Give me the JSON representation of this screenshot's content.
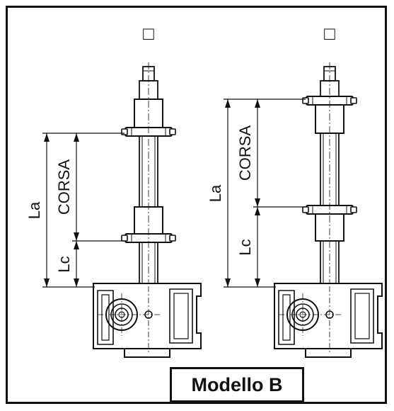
{
  "model_label": "Modello B",
  "left_view": {
    "square_symbol": "□",
    "stroke_label": "CORSA",
    "la_label": "La",
    "lc_label": "Lc"
  },
  "right_view": {
    "square_symbol": "□",
    "stroke_label": "CORSA",
    "la_label": "La",
    "lc_label": "Lc"
  },
  "colors": {
    "line": "#111111",
    "background": "#ffffff"
  }
}
